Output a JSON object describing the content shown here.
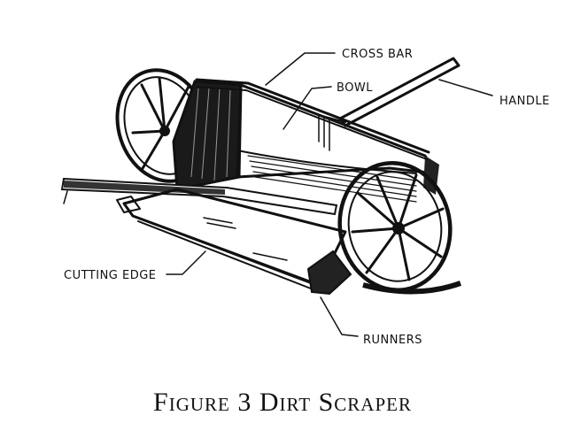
{
  "figure": {
    "caption": "Figure 3  Dirt Scraper"
  },
  "labels": {
    "cross_bar": "CROSS BAR",
    "bowl": "BOWL",
    "handle": "HANDLE",
    "cutting_edge": "CUTTING EDGE",
    "runners": "RUNNERS"
  }
}
